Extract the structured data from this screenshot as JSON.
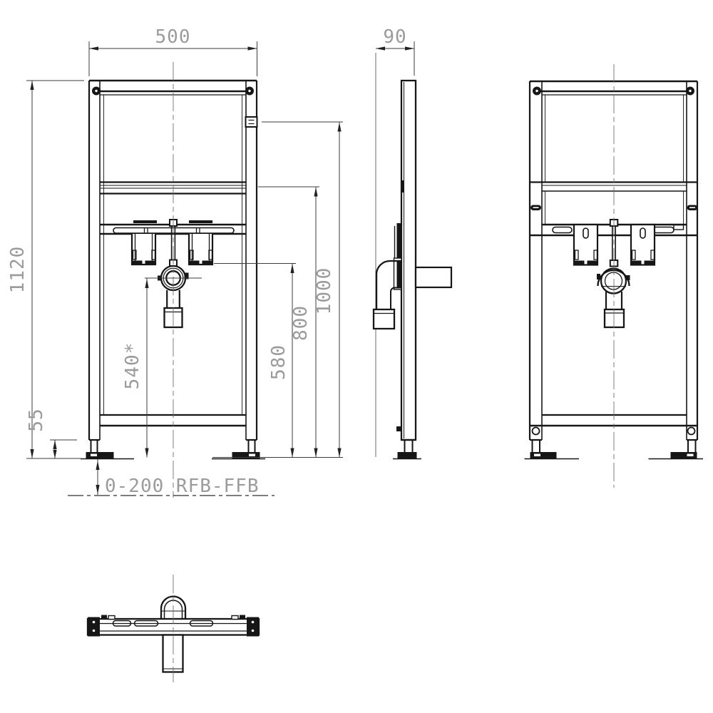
{
  "drawing": {
    "type": "technical-installation-drawing",
    "colors": {
      "background": "#ffffff",
      "object_line": "#161616",
      "dimension_line": "#3d3d3d",
      "dimension_text": "#9b9b9b"
    },
    "dimensions": {
      "width": "500",
      "depth": "90",
      "height": "1120",
      "foot": "55",
      "trap": "540*",
      "bracket": "580",
      "crossbar": "800",
      "fixing": "1000",
      "floor": "0-200 RFB-FFB"
    }
  }
}
